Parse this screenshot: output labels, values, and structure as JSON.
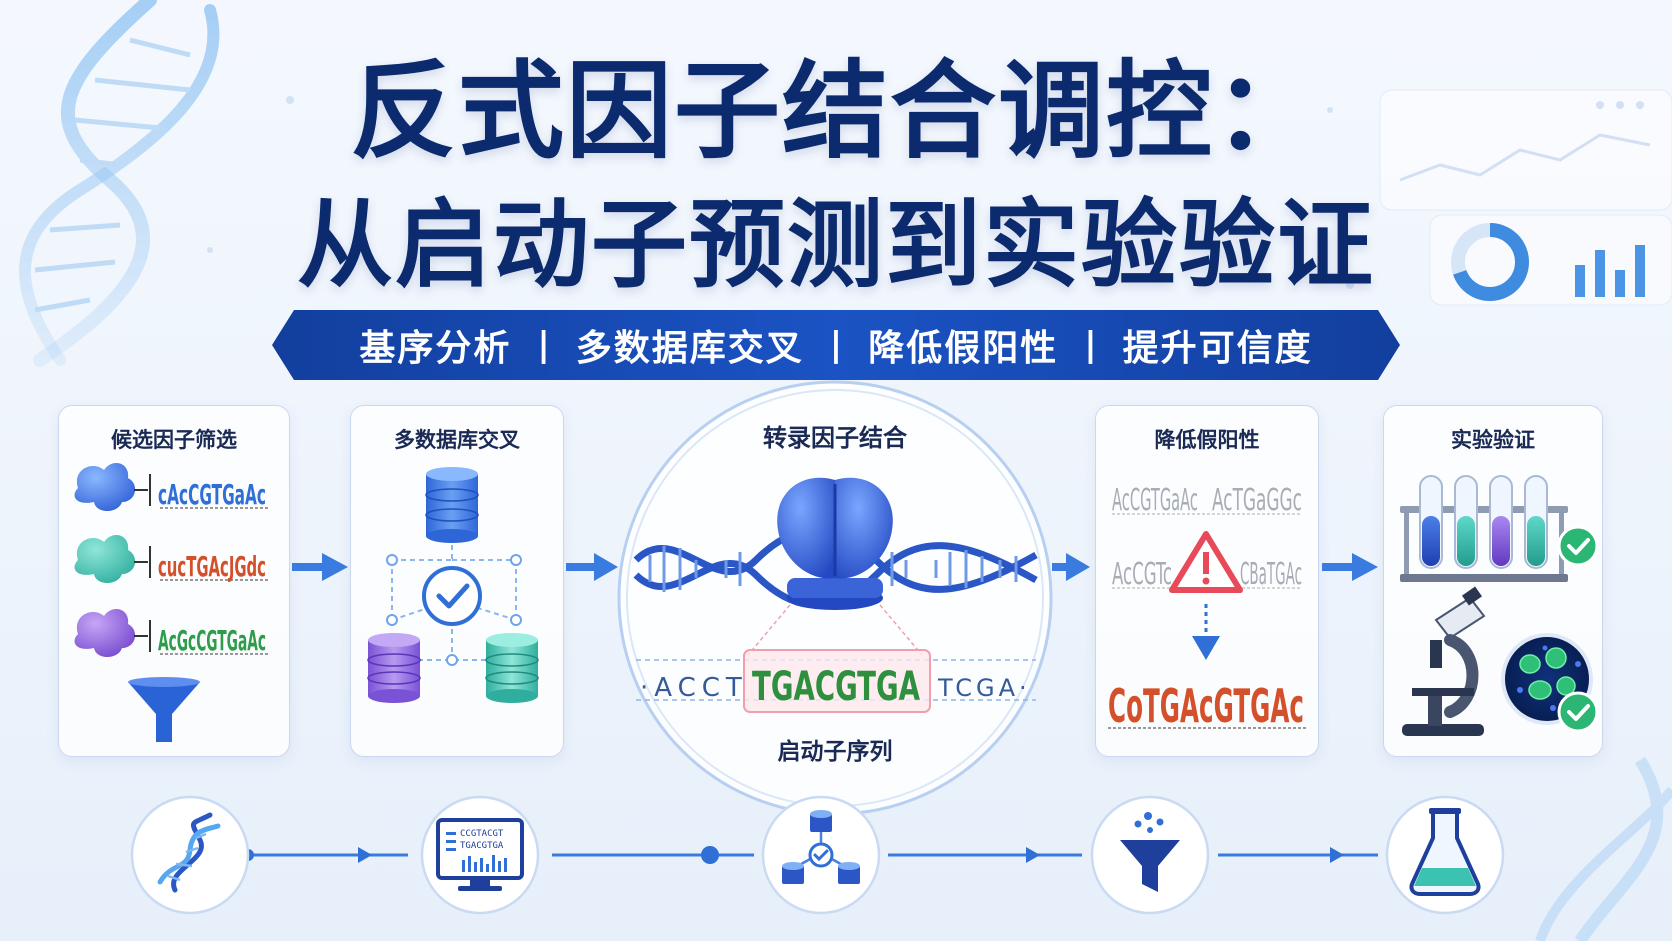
{
  "title": {
    "line1": "反式因子结合调控：",
    "line2": "从启动子预测到实验验证"
  },
  "banner": {
    "items": [
      "基序分析",
      "多数据库交叉",
      "降低假阳性",
      "提升可信度"
    ],
    "separator": "|"
  },
  "steps": [
    {
      "title": "候选因子筛选",
      "motifs": [
        "cAcCGTGaAc",
        "cucTGAcJGdc",
        "AcGcCGTGaAc"
      ]
    },
    {
      "title": "多数据库交叉"
    },
    {
      "title": "转录因子结合",
      "sequence_left": "·ACCT",
      "sequence_core": "TGACGTGA",
      "sequence_right": "TCGA·",
      "caption": "启动子序列"
    },
    {
      "title": "降低假阳性",
      "faded_motifs": [
        "AcCGTGaAc",
        "AcTGaGGc",
        "AcCGTc",
        "CBaTGAc"
      ],
      "final_motif": "CoTGAcGTGAc"
    },
    {
      "title": "实验验证"
    }
  ],
  "bottom_icons": [
    {
      "icon": "dna-icon"
    },
    {
      "icon": "sequence-monitor-icon",
      "lines": [
        "CCGTACGT",
        "TGACGTGA"
      ]
    },
    {
      "icon": "database-network-icon"
    },
    {
      "icon": "filter-icon"
    },
    {
      "icon": "flask-icon"
    }
  ],
  "colors": {
    "navy": "#0c2a6e",
    "blue": "#1b53c4",
    "teal": "#3cc2b0",
    "purple": "#8a5ad8",
    "alert": "#e84a5a",
    "check": "#2bb673"
  }
}
